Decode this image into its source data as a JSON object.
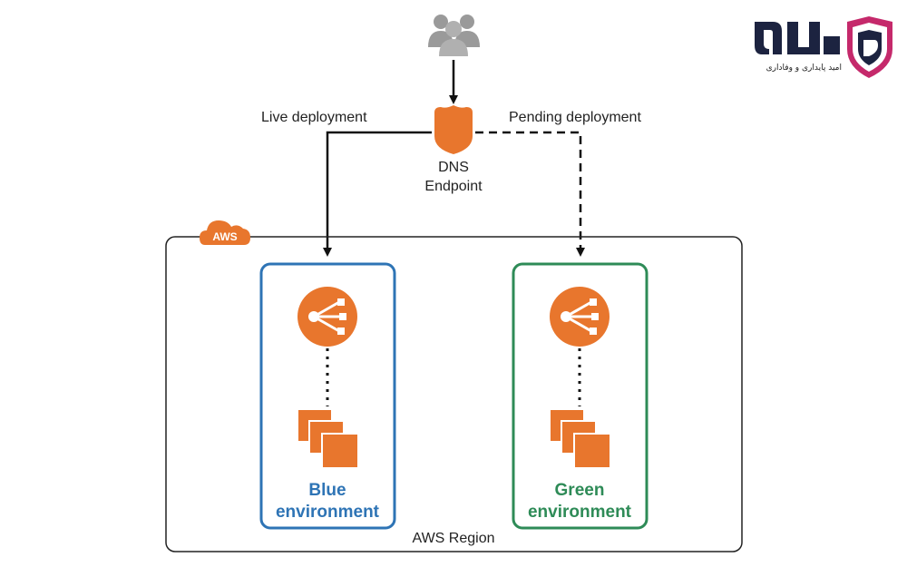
{
  "title": "",
  "live_label": "Live deployment",
  "pending_label": "Pending deployment",
  "dns": {
    "line1": "DNS",
    "line2": "Endpoint"
  },
  "aws_badge": "AWS",
  "region_label": "AWS Region",
  "blue_env": {
    "line1": "Blue",
    "line2": "environment",
    "color": "#2e74b5"
  },
  "green_env": {
    "line1": "Green",
    "line2": "environment",
    "color": "#2e8b57"
  },
  "colors": {
    "aws_orange": "#e8762d",
    "users_gray": "#9a9a9a",
    "logo_dark": "#1c2340",
    "logo_pink": "#c5296b"
  },
  "logo": {
    "tagline": "امید پایداری و وفاداری"
  },
  "icons": [
    "users-icon",
    "dns-shield-icon",
    "aws-cloud-icon",
    "load-balancer-icon",
    "ec2-instances-icon",
    "brand-logo"
  ]
}
